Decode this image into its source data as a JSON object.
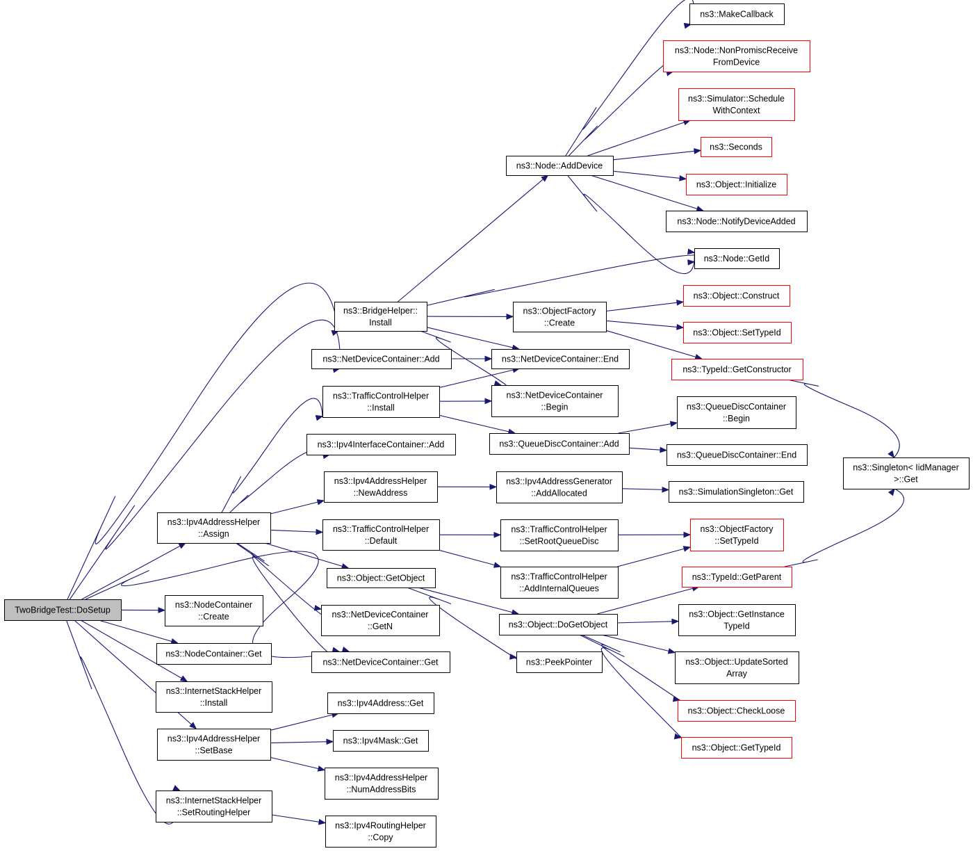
{
  "graph": {
    "nodes": [
      {
        "id": "root",
        "lines": [
          "TwoBridgeTest::DoSetup"
        ],
        "style": "root"
      },
      {
        "id": "bh_install",
        "lines": [
          "ns3::BridgeHelper::",
          "Install"
        ],
        "style": "black"
      },
      {
        "id": "ndc_add",
        "lines": [
          "ns3::NetDeviceContainer::Add"
        ],
        "style": "black"
      },
      {
        "id": "tch_install",
        "lines": [
          "ns3::TrafficControlHelper",
          "::Install"
        ],
        "style": "black"
      },
      {
        "id": "ipv4ic_add",
        "lines": [
          "ns3::Ipv4InterfaceContainer::Add"
        ],
        "style": "black"
      },
      {
        "id": "ipv4ah_newaddr",
        "lines": [
          "ns3::Ipv4AddressHelper",
          "::NewAddress"
        ],
        "style": "black"
      },
      {
        "id": "ipv4ah_assign",
        "lines": [
          "ns3::Ipv4AddressHelper",
          "::Assign"
        ],
        "style": "black"
      },
      {
        "id": "tch_default",
        "lines": [
          "ns3::TrafficControlHelper",
          "::Default"
        ],
        "style": "black"
      },
      {
        "id": "obj_getobject",
        "lines": [
          "ns3::Object::GetObject"
        ],
        "style": "black"
      },
      {
        "id": "ndc_getn",
        "lines": [
          "ns3::NetDeviceContainer",
          "::GetN"
        ],
        "style": "black"
      },
      {
        "id": "nc_create",
        "lines": [
          "ns3::NodeContainer",
          "::Create"
        ],
        "style": "black"
      },
      {
        "id": "nc_get",
        "lines": [
          "ns3::NodeContainer::Get"
        ],
        "style": "black"
      },
      {
        "id": "ndc_get",
        "lines": [
          "ns3::NetDeviceContainer::Get"
        ],
        "style": "black"
      },
      {
        "id": "ish_install",
        "lines": [
          "ns3::InternetStackHelper",
          "::Install"
        ],
        "style": "black"
      },
      {
        "id": "ipv4ah_setbase",
        "lines": [
          "ns3::Ipv4AddressHelper",
          "::SetBase"
        ],
        "style": "black"
      },
      {
        "id": "ipv4addr_get",
        "lines": [
          "ns3::Ipv4Address::Get"
        ],
        "style": "black"
      },
      {
        "id": "ipv4mask_get",
        "lines": [
          "ns3::Ipv4Mask::Get"
        ],
        "style": "black"
      },
      {
        "id": "ipv4ah_numbits",
        "lines": [
          "ns3::Ipv4AddressHelper",
          "::NumAddressBits"
        ],
        "style": "black"
      },
      {
        "id": "ish_setrouting",
        "lines": [
          "ns3::InternetStackHelper",
          "::SetRoutingHelper"
        ],
        "style": "black"
      },
      {
        "id": "ipv4rh_copy",
        "lines": [
          "ns3::Ipv4RoutingHelper",
          "::Copy"
        ],
        "style": "black"
      },
      {
        "id": "node_adddevice",
        "lines": [
          "ns3::Node::AddDevice"
        ],
        "style": "black"
      },
      {
        "id": "of_create",
        "lines": [
          "ns3::ObjectFactory",
          "::Create"
        ],
        "style": "black"
      },
      {
        "id": "ndc_end",
        "lines": [
          "ns3::NetDeviceContainer::End"
        ],
        "style": "black"
      },
      {
        "id": "ndc_begin",
        "lines": [
          "ns3::NetDeviceContainer",
          "::Begin"
        ],
        "style": "black"
      },
      {
        "id": "qdc_add",
        "lines": [
          "ns3::QueueDiscContainer::Add"
        ],
        "style": "black"
      },
      {
        "id": "ipv4ag_addalloc",
        "lines": [
          "ns3::Ipv4AddressGenerator",
          "::AddAllocated"
        ],
        "style": "black"
      },
      {
        "id": "tch_setroot",
        "lines": [
          "ns3::TrafficControlHelper",
          "::SetRootQueueDisc"
        ],
        "style": "black"
      },
      {
        "id": "tch_addinternal",
        "lines": [
          "ns3::TrafficControlHelper",
          "::AddInternalQueues"
        ],
        "style": "black"
      },
      {
        "id": "obj_dogetobject",
        "lines": [
          "ns3::Object::DoGetObject"
        ],
        "style": "black"
      },
      {
        "id": "peekpointer",
        "lines": [
          "ns3::PeekPointer"
        ],
        "style": "black"
      },
      {
        "id": "makecallback",
        "lines": [
          "ns3::MakeCallback"
        ],
        "style": "black"
      },
      {
        "id": "node_nonpromisc",
        "lines": [
          "ns3::Node::NonPromiscReceive",
          "FromDevice"
        ],
        "style": "red"
      },
      {
        "id": "sim_schedulectx",
        "lines": [
          "ns3::Simulator::Schedule",
          "WithContext"
        ],
        "style": "red"
      },
      {
        "id": "seconds",
        "lines": [
          "ns3::Seconds"
        ],
        "style": "red"
      },
      {
        "id": "obj_initialize",
        "lines": [
          "ns3::Object::Initialize"
        ],
        "style": "red"
      },
      {
        "id": "node_notify",
        "lines": [
          "ns3::Node::NotifyDeviceAdded"
        ],
        "style": "black"
      },
      {
        "id": "node_getid",
        "lines": [
          "ns3::Node::GetId"
        ],
        "style": "black"
      },
      {
        "id": "obj_construct",
        "lines": [
          "ns3::Object::Construct"
        ],
        "style": "red"
      },
      {
        "id": "obj_settypeid",
        "lines": [
          "ns3::Object::SetTypeId"
        ],
        "style": "red"
      },
      {
        "id": "typeid_getctor",
        "lines": [
          "ns3::TypeId::GetConstructor"
        ],
        "style": "red"
      },
      {
        "id": "qdc_begin",
        "lines": [
          "ns3::QueueDiscContainer",
          "::Begin"
        ],
        "style": "black"
      },
      {
        "id": "qdc_end",
        "lines": [
          "ns3::QueueDiscContainer::End"
        ],
        "style": "black"
      },
      {
        "id": "simsingleton_get",
        "lines": [
          "ns3::SimulationSingleton::Get"
        ],
        "style": "black"
      },
      {
        "id": "of_settypeid",
        "lines": [
          "ns3::ObjectFactory",
          "::SetTypeId"
        ],
        "style": "red"
      },
      {
        "id": "typeid_getparent",
        "lines": [
          "ns3::TypeId::GetParent"
        ],
        "style": "red"
      },
      {
        "id": "obj_getinstancetypeid",
        "lines": [
          "ns3::Object::GetInstance",
          "TypeId"
        ],
        "style": "black"
      },
      {
        "id": "obj_updatesorted",
        "lines": [
          "ns3::Object::UpdateSorted",
          "Array"
        ],
        "style": "black"
      },
      {
        "id": "obj_checkloose",
        "lines": [
          "ns3::Object::CheckLoose"
        ],
        "style": "red"
      },
      {
        "id": "obj_gettypeid",
        "lines": [
          "ns3::Object::GetTypeId"
        ],
        "style": "red"
      },
      {
        "id": "singleton_get",
        "lines": [
          "ns3::Singleton< IidManager",
          " >::Get"
        ],
        "style": "black"
      }
    ],
    "edges": [
      [
        "root",
        "bh_install"
      ],
      [
        "root",
        "ndc_add"
      ],
      [
        "root",
        "ipv4ah_assign"
      ],
      [
        "root",
        "ndc_get"
      ],
      [
        "root",
        "nc_create"
      ],
      [
        "root",
        "nc_get"
      ],
      [
        "root",
        "ish_install"
      ],
      [
        "root",
        "ipv4ah_setbase"
      ],
      [
        "root",
        "ish_setrouting"
      ],
      [
        "bh_install",
        "node_adddevice"
      ],
      [
        "bh_install",
        "node_getid"
      ],
      [
        "bh_install",
        "of_create"
      ],
      [
        "bh_install",
        "ndc_end"
      ],
      [
        "bh_install",
        "ndc_begin"
      ],
      [
        "ndc_add",
        "ndc_end"
      ],
      [
        "tch_install",
        "ndc_end"
      ],
      [
        "tch_install",
        "ndc_begin"
      ],
      [
        "tch_install",
        "qdc_add"
      ],
      [
        "ipv4ah_assign",
        "tch_install"
      ],
      [
        "ipv4ah_assign",
        "ipv4ic_add"
      ],
      [
        "ipv4ah_assign",
        "ipv4ah_newaddr"
      ],
      [
        "ipv4ah_assign",
        "tch_default"
      ],
      [
        "ipv4ah_assign",
        "obj_getobject"
      ],
      [
        "ipv4ah_assign",
        "ndc_getn"
      ],
      [
        "ipv4ah_assign",
        "ndc_get"
      ],
      [
        "ipv4ah_newaddr",
        "ipv4ag_addalloc"
      ],
      [
        "tch_default",
        "tch_setroot"
      ],
      [
        "tch_default",
        "tch_addinternal"
      ],
      [
        "obj_getobject",
        "obj_dogetobject"
      ],
      [
        "obj_getobject",
        "peekpointer"
      ],
      [
        "ipv4ah_setbase",
        "ipv4addr_get"
      ],
      [
        "ipv4ah_setbase",
        "ipv4mask_get"
      ],
      [
        "ipv4ah_setbase",
        "ipv4ah_numbits"
      ],
      [
        "ish_setrouting",
        "ipv4rh_copy"
      ],
      [
        "node_adddevice",
        "makecallback"
      ],
      [
        "node_adddevice",
        "node_nonpromisc"
      ],
      [
        "node_adddevice",
        "sim_schedulectx"
      ],
      [
        "node_adddevice",
        "seconds"
      ],
      [
        "node_adddevice",
        "obj_initialize"
      ],
      [
        "node_adddevice",
        "node_notify"
      ],
      [
        "node_adddevice",
        "node_getid"
      ],
      [
        "of_create",
        "obj_construct"
      ],
      [
        "of_create",
        "obj_settypeid"
      ],
      [
        "of_create",
        "typeid_getctor"
      ],
      [
        "typeid_getctor",
        "singleton_get"
      ],
      [
        "qdc_add",
        "qdc_begin"
      ],
      [
        "qdc_add",
        "qdc_end"
      ],
      [
        "ipv4ag_addalloc",
        "simsingleton_get"
      ],
      [
        "tch_setroot",
        "of_settypeid"
      ],
      [
        "tch_addinternal",
        "of_settypeid"
      ],
      [
        "obj_dogetobject",
        "typeid_getparent"
      ],
      [
        "obj_dogetobject",
        "obj_getinstancetypeid"
      ],
      [
        "obj_dogetobject",
        "obj_updatesorted"
      ],
      [
        "obj_dogetobject",
        "obj_checkloose"
      ],
      [
        "obj_dogetobject",
        "obj_gettypeid"
      ],
      [
        "typeid_getparent",
        "singleton_get"
      ]
    ]
  }
}
